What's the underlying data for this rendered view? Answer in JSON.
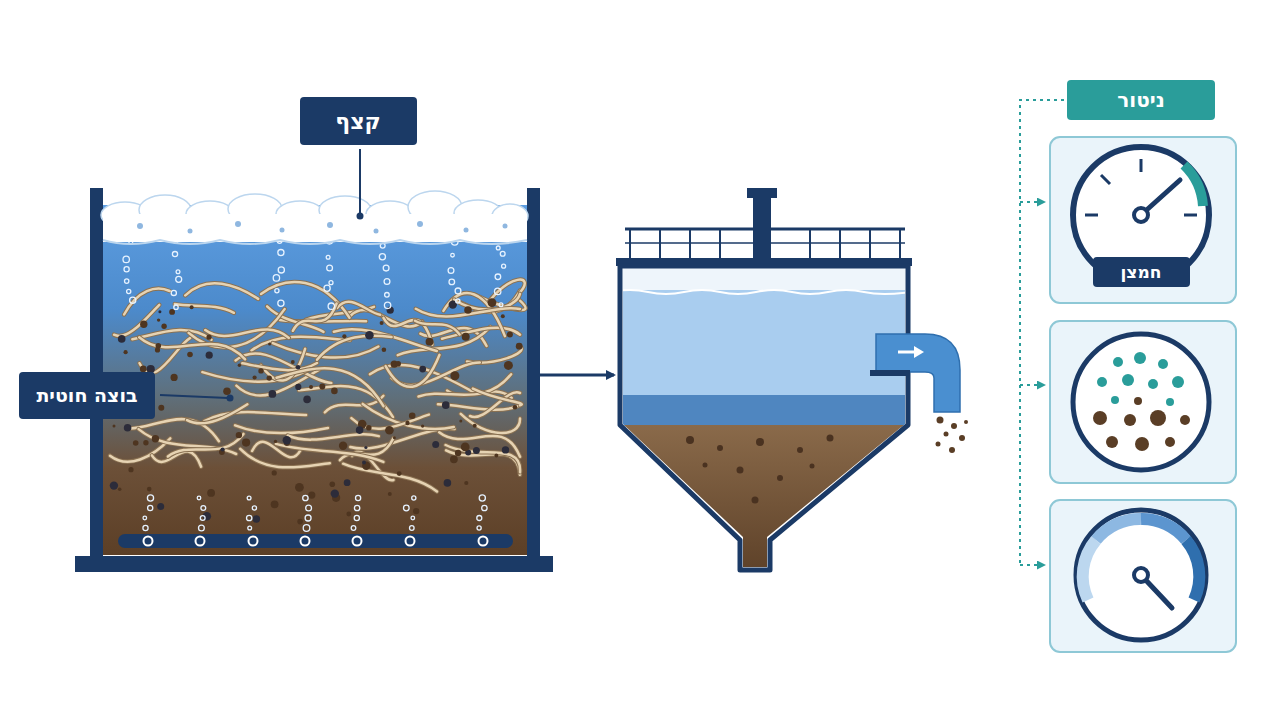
{
  "diagram": {
    "nodes": [
      {
        "text": [
          "קצף"
        ]
      },
      {
        "text": [
          "בוצה חוטית"
        ]
      },
      {
        "text": [
          "ניטור"
        ]
      },
      {
        "text": [
          "חמצן"
        ]
      }
    ]
  }
}
